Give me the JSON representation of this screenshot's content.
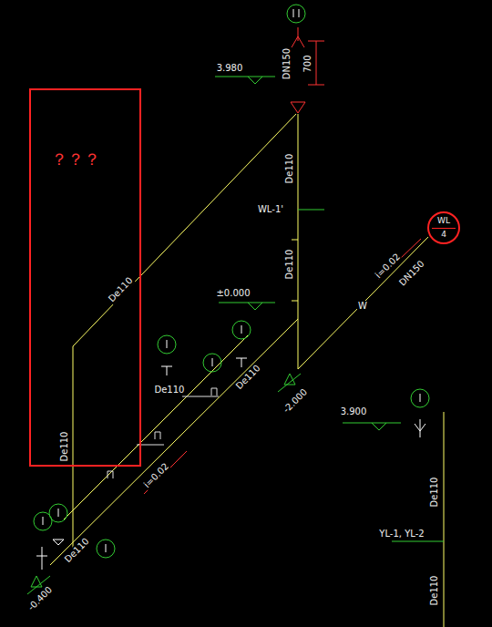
{
  "diagram": {
    "nodes": [
      {
        "text": [
          "？？？"
        ]
      },
      {
        "text": [
          "WL",
          "4"
        ]
      }
    ],
    "labels": [
      "3.980",
      "DN150",
      "700",
      "De110",
      "WL-1'",
      "De110",
      "±0.000",
      "De110",
      "W",
      "i=0.02",
      "DN150",
      "-2.000",
      "De110",
      "De110",
      "3.900",
      "YL-1, YL-2",
      "De110",
      "De110",
      "De110",
      "i=0.02",
      "De110",
      "-0.400"
    ]
  }
}
